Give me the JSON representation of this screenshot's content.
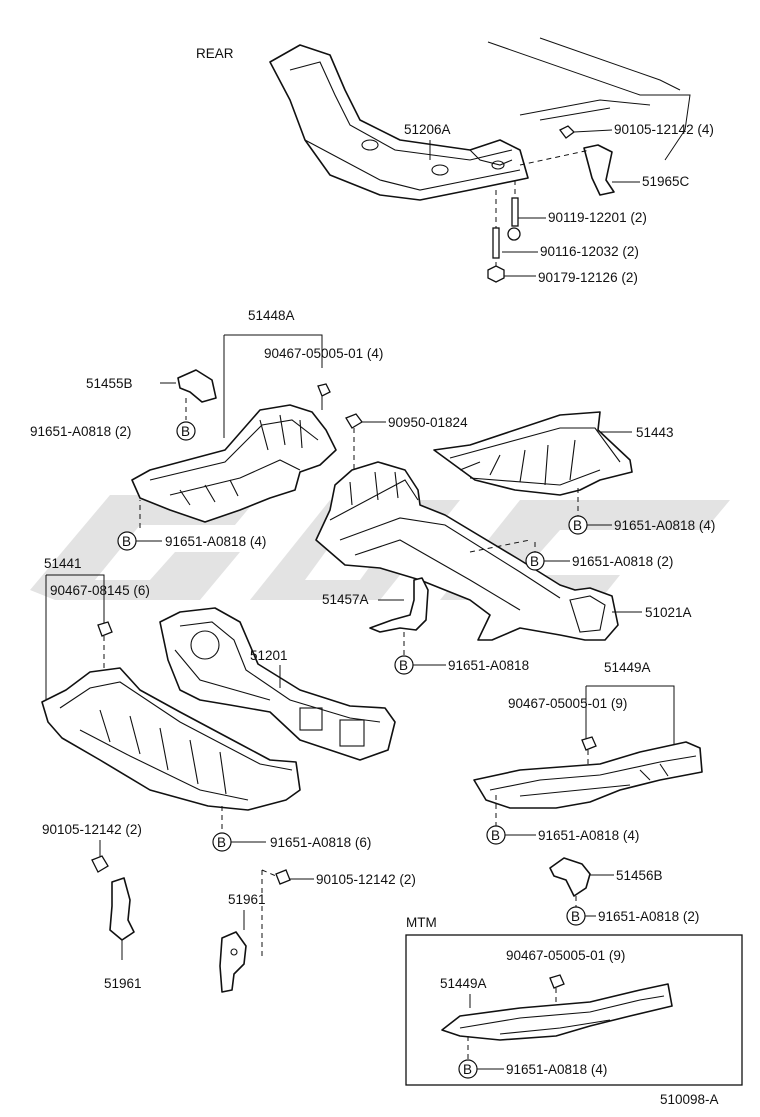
{
  "labels": {
    "rear": "REAR",
    "p51206A": "51206A",
    "p90105_12142_4": "90105-12142 (4)",
    "p51965C": "51965C",
    "p90119_12201_2": "90119-12201 (2)",
    "p90116_12032_2": "90116-12032 (2)",
    "p90179_12126_2": "90179-12126 (2)",
    "p51448A": "51448A",
    "p90467_05005_01_4": "90467-05005-01 (4)",
    "p51455B": "51455B",
    "p91651_A0818_2_a": "91651-A0818 (2)",
    "p90950_01824": "90950-01824",
    "p51443": "51443",
    "p91651_A0818_4_a": "91651-A0818 (4)",
    "p91651_A0818_4_b": "91651-A0818 (4)",
    "p91651_A0818_2_b": "91651-A0818 (2)",
    "p51441": "51441",
    "p90467_08145_6": "90467-08145 (6)",
    "p51457A": "51457A",
    "p51021A": "51021A",
    "p51201": "51201",
    "p91651_A0818": "91651-A0818",
    "p51449A": "51449A",
    "p90467_05005_01_9": "90467-05005-01 (9)",
    "p91651_A0818_4_c": "91651-A0818 (4)",
    "p90105_12142_2_a": "90105-12142 (2)",
    "p91651_A0818_6": "91651-A0818 (6)",
    "p90105_12142_2_b": "90105-12142 (2)",
    "p51456B": "51456B",
    "p51961_a": "51961",
    "p51961_b": "51961",
    "p91651_A0818_2_c": "91651-A0818 (2)",
    "mtm": "MTM",
    "p90467_05005_01_9_mtm": "90467-05005-01 (9)",
    "p51449A_mtm": "51449A",
    "p91651_A0818_4_mtm": "91651-A0818 (4)",
    "diagram_id": "510098-A",
    "b_marker": "B"
  }
}
